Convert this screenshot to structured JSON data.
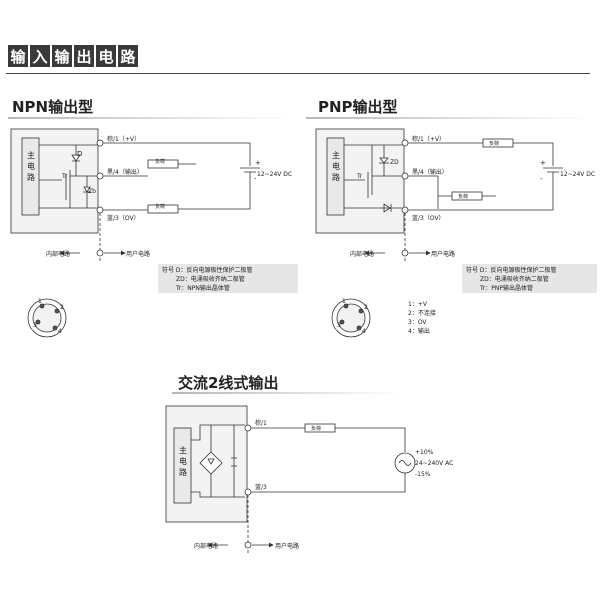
{
  "page_title": "输入输出电路",
  "title_chars": [
    "输",
    "入",
    "输",
    "出",
    "电",
    "路"
  ],
  "colors": {
    "line": "#333333",
    "box_fill": "#f3f3f3",
    "legend_fill": "#e6e6e6",
    "title_bg": "#3a3a3a"
  },
  "npn": {
    "title": "NPN输出型",
    "main_circuit": "主电路",
    "brown": "棕/1（+V）",
    "black": "黑/4（输出）",
    "blue": "蓝/3（OV）",
    "load1": "负荷",
    "load2": "负荷",
    "supply": "12~24V DC",
    "diode": "D",
    "transistor": "Tr",
    "zener": "Zb",
    "internal": "内部电路",
    "user": "用户电路",
    "legend": [
      "符号 D：反向电源极性保护二极管",
      "ZD：电涌吸收齐纳二极管",
      "Tr：NPN输出晶体管"
    ]
  },
  "pnp": {
    "title": "PNP输出型",
    "main_circuit": "主电路",
    "brown": "棕/1（+V）",
    "black": "黑/4（输出）",
    "blue": "蓝/3（OV）",
    "load1": "负荷",
    "load2": "负荷",
    "supply": "12~24V DC",
    "zener": "ZD",
    "transistor": "Tr",
    "internal": "内部电路",
    "user": "用户电路",
    "legend": [
      "符号 D：反向电源极性保护二极管",
      "ZD：电涌吸收齐纳二极管",
      "Tr：PNP输出晶体管"
    ],
    "pins": [
      "1：+V",
      "2：不连接",
      "3：OV",
      "4：输出"
    ]
  },
  "connector_pins": [
    "1",
    "2",
    "3",
    "4"
  ],
  "ac": {
    "title": "交流2线式输出",
    "main_circuit": "主电路",
    "brown": "棕/1",
    "blue": "蓝/3",
    "load": "负荷",
    "supply": [
      "+10%",
      "24~240V AC",
      "-15%"
    ],
    "internal": "内部电路",
    "user": "用户电路"
  }
}
